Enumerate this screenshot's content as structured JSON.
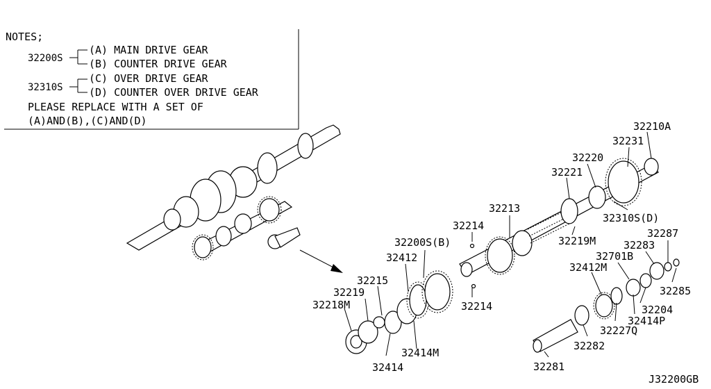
{
  "notes": {
    "header": "NOTES;",
    "group1_code": "32200S",
    "group1_a": "(A) MAIN DRIVE GEAR",
    "group1_b": "(B) COUNTER DRIVE GEAR",
    "group2_code": "32310S",
    "group2_c": "(C) OVER DRIVE GEAR",
    "group2_d": "(D) COUNTER OVER DRIVE GEAR",
    "instruction_line1": "PLEASE REPLACE WITH A SET OF",
    "instruction_line2": "(A)AND(B),(C)AND(D)"
  },
  "labels": {
    "p32210A": "32210A",
    "p32231": "32231",
    "p32220": "32220",
    "p32221": "32221",
    "p32310S_D": "32310S(D)",
    "p32219M": "32219M",
    "p32213": "32213",
    "p32214a": "32214",
    "p32214b": "32214",
    "p32200S_B": "32200S(B)",
    "p32412": "32412",
    "p32215": "32215",
    "p32219": "32219",
    "p32218M": "32218M",
    "p32414": "32414",
    "p32414M": "32414M",
    "p32287": "32287",
    "p32283": "32283",
    "p32701B": "32701B",
    "p32412M": "32412M",
    "p32285": "32285",
    "p32204": "32204",
    "p32414P": "32414P",
    "p32227Q": "32227Q",
    "p32282": "32282",
    "p32281": "32281"
  },
  "diagram_code": "J32200GB"
}
